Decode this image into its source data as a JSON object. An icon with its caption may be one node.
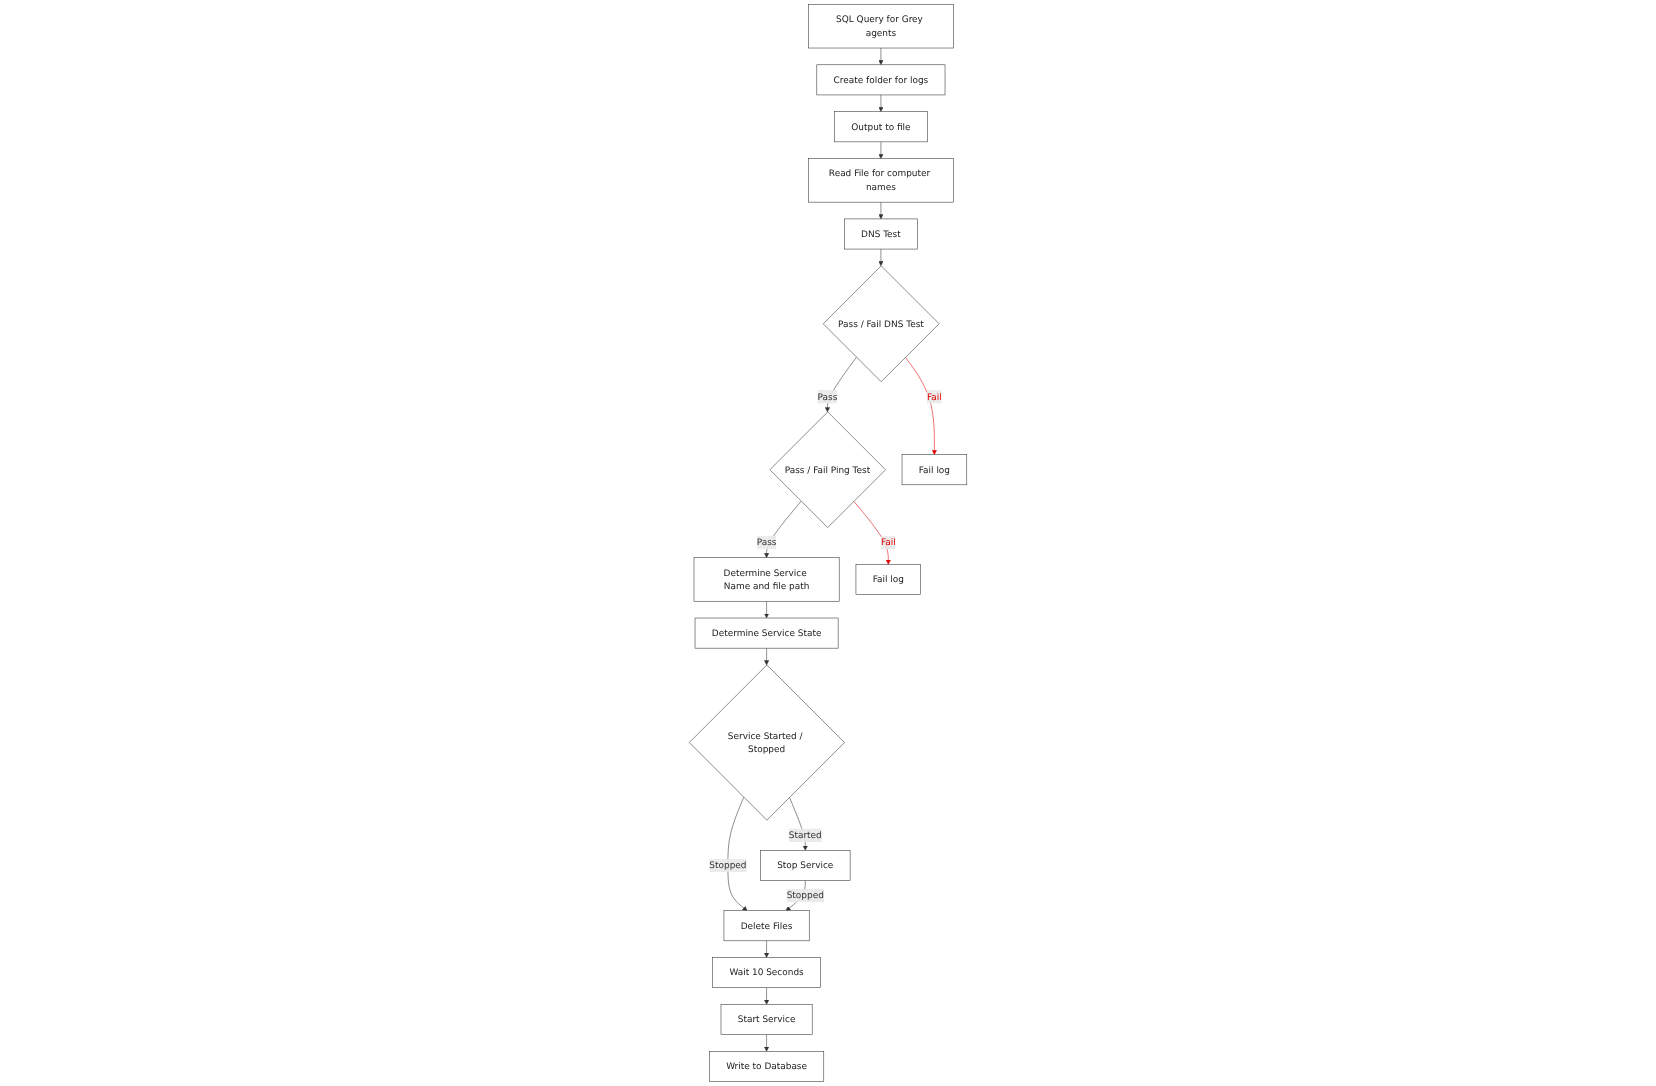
{
  "diagram": {
    "nodes": [
      {
        "text": [
          "SQL Query for Grey agents"
        ]
      },
      {
        "text": [
          "Determine Service Name and file path"
        ]
      },
      {
        "text": [
          "Determine Service State"
        ]
      },
      {
        "text": [
          "Service Started / Stopped"
        ]
      },
      {
        "text": [
          "Stop Service"
        ]
      },
      {
        "text": [
          "Create folder for logs"
        ]
      },
      {
        "text": [
          "Pass / Fail Ping Test"
        ]
      },
      {
        "text": [
          "Fail log"
        ]
      },
      {
        "text": [
          "Delete Files"
        ]
      },
      {
        "text": [
          "Wait 10 Seconds"
        ]
      },
      {
        "text": [
          "Output to file"
        ]
      },
      {
        "text": [
          "Pass / Fail DNS Test"
        ]
      },
      {
        "text": [
          "Fail log"
        ]
      },
      {
        "text": [
          "Start Service"
        ]
      },
      {
        "text": [
          "Read File for computer names"
        ]
      },
      {
        "text": [
          "DNS Test"
        ]
      },
      {
        "text": [
          "Write to Database"
        ]
      }
    ],
    "edges": [
      {
        "from": 0,
        "to": 5,
        "arrow": "to"
      },
      {
        "from": 5,
        "to": 10,
        "arrow": "to"
      },
      {
        "from": 10,
        "to": 14,
        "arrow": "to"
      },
      {
        "from": 14,
        "to": 15,
        "arrow": "to"
      },
      {
        "from": 15,
        "to": 11,
        "arrow": "to"
      },
      {
        "from": 11,
        "to": 6,
        "label": "Pass",
        "arrow": "to"
      },
      {
        "from": 11,
        "to": 12,
        "label": "Fail",
        "arrow": "to",
        "color": "#e00000"
      },
      {
        "from": 6,
        "to": 1,
        "label": "Pass",
        "arrow": "to"
      },
      {
        "from": 6,
        "to": 7,
        "label": "Fail",
        "arrow": "to",
        "color": "#e00000"
      },
      {
        "from": 1,
        "to": 2,
        "arrow": "to"
      },
      {
        "from": 2,
        "to": 3,
        "arrow": "to"
      },
      {
        "from": 3,
        "to": 4,
        "label": "Started",
        "arrow": "to"
      },
      {
        "from": 3,
        "to": 8,
        "label": "Stopped",
        "arrow": "to"
      },
      {
        "from": 4,
        "to": 8,
        "label": "Stopped",
        "arrow": "to"
      },
      {
        "from": 8,
        "to": 9,
        "arrow": "to"
      },
      {
        "from": 9,
        "to": 13,
        "arrow": "to"
      },
      {
        "from": 13,
        "to": 16,
        "arrow": "to"
      }
    ]
  }
}
